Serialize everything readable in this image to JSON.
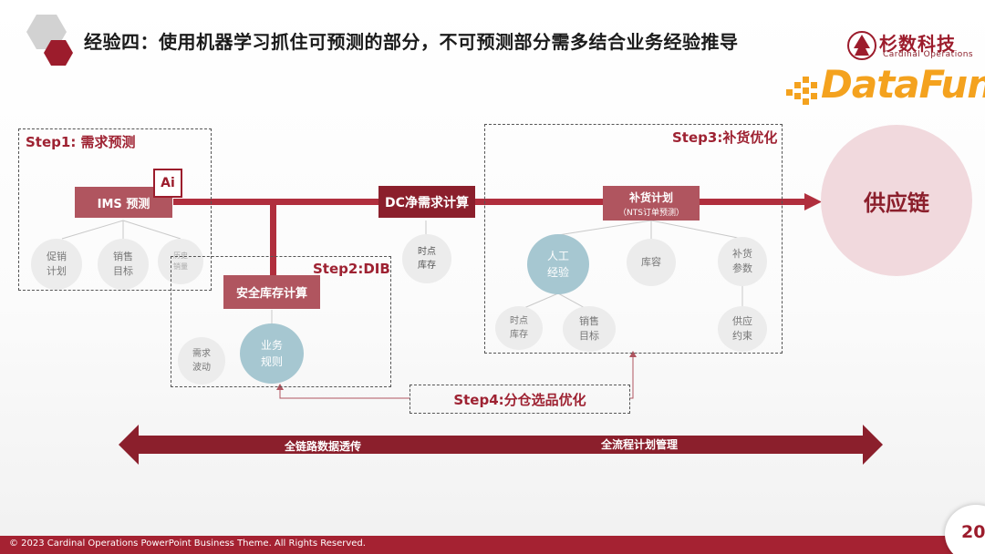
{
  "header": {
    "title": "经验四：使用机器学习抓住可预测的部分，不可预测部分需多结合业务经验推导",
    "brand_cn": "杉数科技",
    "brand_en": "Cardinal Operations",
    "datafun": "DataFun."
  },
  "steps": {
    "step1": "Step1: 需求预测",
    "step2": "Step2:DIB",
    "step3": "Step3:补货优化",
    "step4": "Step4:分仓选品优化"
  },
  "boxes": {
    "ims": "IMS 预测",
    "ai_icon": "Ai",
    "dc": "DC净需求计算",
    "safety": "安全库存计算",
    "replenish_title": "补货计划",
    "replenish_sub": "（NTS订单预测）"
  },
  "circles": {
    "promo": "促销\n计划",
    "sales_target_1": "销售\n目标",
    "history": "历史\n销量",
    "point_stock_1": "时点\n库存",
    "demand_fluct": "需求\n波动",
    "business_rules": "业务\n规则",
    "human_exp": "人工\n经验",
    "capacity": "库容",
    "replenish_params": "补货\n参数",
    "point_stock_2": "时点\n库存",
    "sales_target_2": "销售\n目标",
    "supply_constraint": "供应\n约束"
  },
  "supply_chain": "供应链",
  "bottom_arrow": {
    "left_label": "全链路数据透传",
    "right_label": "全流程计划管理"
  },
  "footer": {
    "copyright": "© 2023 Cardinal Operations PowerPoint Business Theme. All Rights Reserved.",
    "page": "20"
  },
  "colors": {
    "brand": "#9c1c2c",
    "flow_line": "#b02e3d",
    "box_light": "#b0555f",
    "box_dark": "#8b1f2c",
    "circle_gray": "#ececec",
    "circle_blue": "#a6c7d1",
    "supply_pink": "#f1d9dd",
    "datafun_orange": "#f4a21e"
  }
}
